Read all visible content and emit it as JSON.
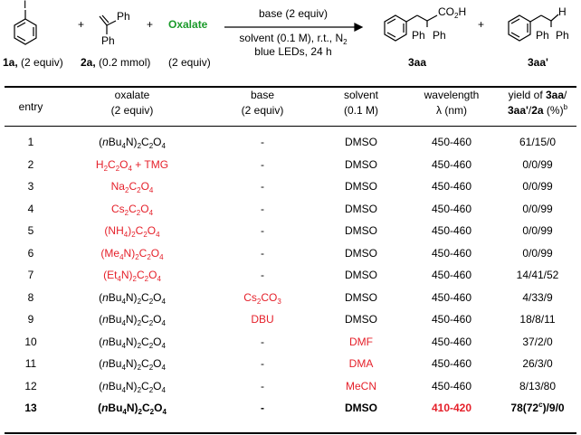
{
  "scheme": {
    "iodo_label": "I",
    "plus1": "+",
    "ph_top": "Ph",
    "ph_bottom": "Ph",
    "plus2": "+",
    "oxalate": "Oxalate",
    "cond_top": "base (2 equiv)",
    "cond_mid1": "solvent (0.1 M), r.t., N",
    "cond_mid1_sub": "2",
    "cond_mid2": "blue LEDs, 24 h",
    "prod_co2h": "CO",
    "prod_co2h_sub": "2",
    "prod_co2h_end": "H",
    "prod_ph1": "Ph",
    "prod_ph2": "Ph",
    "plus3": "+",
    "prod2_h": "H",
    "prod2_ph1": "Ph",
    "prod2_ph2": "Ph",
    "label_1a_bold": "1a,",
    "label_1a_rest": " (2 equiv)",
    "label_2a_bold": "2a,",
    "label_2a_rest": " (0.2 mmol)",
    "label_oxalate": "(2 equiv)",
    "label_3aa": "3aa",
    "label_3aa2": "3aa'"
  },
  "table": {
    "headers": {
      "entry": "entry",
      "oxalate_l1": "oxalate",
      "oxalate_l2": "(2 equiv)",
      "base_l1": "base",
      "base_l2": "(2 equiv)",
      "solvent_l1": "solvent",
      "solvent_l2": "(0.1 M)",
      "wl_l1": "wavelength",
      "wl_l2": "λ (nm)",
      "yield_a": "yield of ",
      "yield_b": "3aa",
      "yield_c": "/",
      "yield_d": "3aa'",
      "yield_e": "/",
      "yield_f": "2a",
      "yield_g": " (%)",
      "yield_sup": "b"
    },
    "rows": [
      {
        "entry": "1",
        "oxalate": "(nBu4N)2C2O4",
        "base": "-",
        "solvent": "DMSO",
        "wavelength": "450-460",
        "yield": "61/15/0"
      },
      {
        "entry": "2",
        "oxalate": "H2C2O4 + TMG",
        "base": "-",
        "solvent": "DMSO",
        "wavelength": "450-460",
        "yield": "0/0/99"
      },
      {
        "entry": "3",
        "oxalate": "Na2C2O4",
        "base": "-",
        "solvent": "DMSO",
        "wavelength": "450-460",
        "yield": "0/0/99"
      },
      {
        "entry": "4",
        "oxalate": "Cs2C2O4",
        "base": "-",
        "solvent": "DMSO",
        "wavelength": "450-460",
        "yield": "0/0/99"
      },
      {
        "entry": "5",
        "oxalate": "(NH4)2C2O4",
        "base": "-",
        "solvent": "DMSO",
        "wavelength": "450-460",
        "yield": "0/0/99"
      },
      {
        "entry": "6",
        "oxalate": "(Me4N)2C2O4",
        "base": "-",
        "solvent": "DMSO",
        "wavelength": "450-460",
        "yield": "0/0/99"
      },
      {
        "entry": "7",
        "oxalate": "(Et4N)2C2O4",
        "base": "-",
        "solvent": "DMSO",
        "wavelength": "450-460",
        "yield": "14/41/52"
      },
      {
        "entry": "8",
        "oxalate": "(nBu4N)2C2O4",
        "base": "Cs2CO3",
        "solvent": "DMSO",
        "wavelength": "450-460",
        "yield": "4/33/9"
      },
      {
        "entry": "9",
        "oxalate": "(nBu4N)2C2O4",
        "base": "DBU",
        "solvent": "DMSO",
        "wavelength": "450-460",
        "yield": "18/8/11"
      },
      {
        "entry": "10",
        "oxalate": "(nBu4N)2C2O4",
        "base": "-",
        "solvent": "DMF",
        "wavelength": "450-460",
        "yield": "37/2/0"
      },
      {
        "entry": "11",
        "oxalate": "(nBu4N)2C2O4",
        "base": "-",
        "solvent": "DMA",
        "wavelength": "450-460",
        "yield": "26/3/0"
      },
      {
        "entry": "12",
        "oxalate": "(nBu4N)2C2O4",
        "base": "-",
        "solvent": "MeCN",
        "wavelength": "450-460",
        "yield": "8/13/80"
      },
      {
        "entry": "13",
        "oxalate": "(nBu4N)2C2O4",
        "base": "-",
        "solvent": "DMSO",
        "wavelength": "410-420",
        "yield": "78(72c)/9/0"
      }
    ]
  },
  "colors": {
    "highlight": "#e5202a",
    "reagent": "#1a9a2a"
  }
}
